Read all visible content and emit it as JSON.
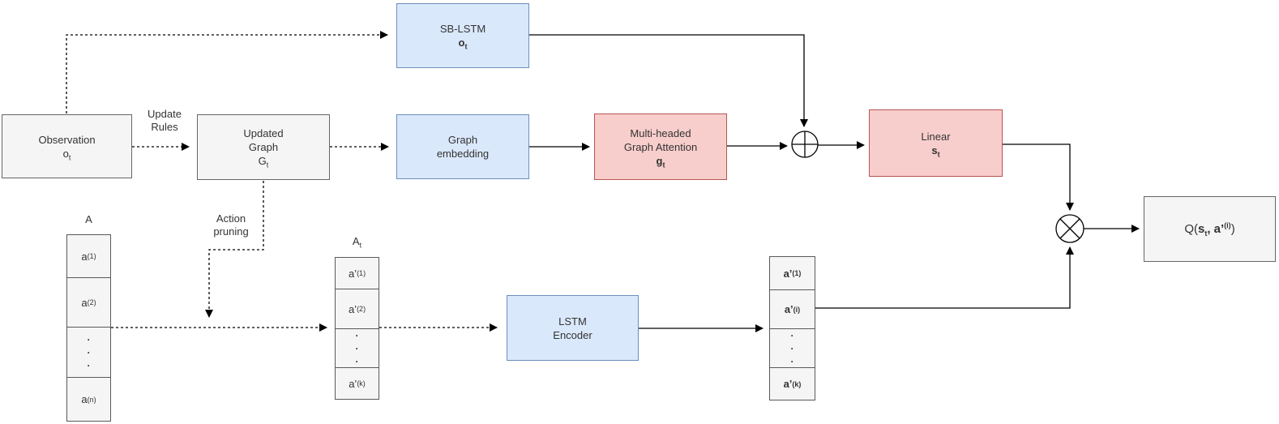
{
  "colors": {
    "blue_fill": "#dae8fc",
    "blue_stroke": "#6c8ebf",
    "red_fill": "#f8cecc",
    "red_stroke": "#b85450",
    "gray_fill": "#f5f5f5",
    "gray_stroke": "#666666",
    "line": "#000000",
    "text": "#333333",
    "background": "#ffffff"
  },
  "nodes": {
    "sb_lstm": {
      "line1": "SB-LSTM",
      "sym": "o",
      "sub": "t"
    },
    "observation": {
      "line1": "Observation",
      "sym": "o",
      "sub": "t"
    },
    "updated_graph": {
      "line1": "Updated",
      "line2": "Graph",
      "sym": "G",
      "sub": "t"
    },
    "graph_embedding": {
      "line1": "Graph",
      "line2": "embedding"
    },
    "graph_attention": {
      "line1": "Multi-headed",
      "line2": "Graph Attention",
      "sym": "g",
      "sub": "t"
    },
    "linear": {
      "line1": "Linear",
      "sym": "s",
      "sub": "t"
    },
    "lstm_encoder": {
      "line1": "LSTM",
      "line2": "Encoder"
    },
    "q_output": {
      "prefix": "Q(",
      "arg1": "s",
      "arg1_sub": "t",
      "separator": ", ",
      "arg2": "a’",
      "arg2_sup": "(i)",
      "suffix": ")"
    }
  },
  "labels": {
    "update_rules": "Update\nRules",
    "action_pruning": "Action\npruning"
  },
  "columns": {
    "a": {
      "header": "A",
      "cells": [
        {
          "base": "a",
          "sup": "(1)"
        },
        {
          "base": "a",
          "sup": "(2)"
        },
        {
          "dots": "·\n·\n·"
        },
        {
          "base": "a",
          "sup": "(n)"
        }
      ]
    },
    "a_t": {
      "header_base": "A",
      "header_sub": "t",
      "cells": [
        {
          "base": "a’",
          "sup": "(1)"
        },
        {
          "base": "a’",
          "sup": "(2)"
        },
        {
          "dots": "·\n·\n·"
        },
        {
          "base": "a’",
          "sup": "(k)"
        }
      ]
    },
    "encoded": {
      "cells": [
        {
          "base": "a’",
          "sup": "(1)"
        },
        {
          "base": "a’",
          "sup": "(i)"
        },
        {
          "dots": "·\n·\n·"
        },
        {
          "base": "a’",
          "sup": "(k)"
        }
      ]
    }
  },
  "operators": {
    "sum": "circle-plus",
    "product": "circle-times"
  },
  "edges": [
    {
      "from": "observation",
      "to": "sb_lstm",
      "style": "dashed"
    },
    {
      "from": "observation",
      "to": "updated_graph",
      "style": "dashed",
      "label": "Update Rules"
    },
    {
      "from": "updated_graph",
      "to": "graph_embedding",
      "style": "dashed"
    },
    {
      "from": "updated_graph",
      "to": "action-flow",
      "style": "dashed",
      "label": "Action pruning"
    },
    {
      "from": "column_a",
      "to": "column_a_t",
      "style": "dashed"
    },
    {
      "from": "column_a_t",
      "to": "lstm_encoder",
      "style": "dashed"
    },
    {
      "from": "sb_lstm",
      "to": "sum-operator",
      "style": "solid"
    },
    {
      "from": "graph_embedding",
      "to": "graph_attention",
      "style": "solid"
    },
    {
      "from": "graph_attention",
      "to": "sum-operator",
      "style": "solid"
    },
    {
      "from": "sum-operator",
      "to": "linear",
      "style": "solid"
    },
    {
      "from": "linear",
      "to": "product-operator",
      "style": "solid"
    },
    {
      "from": "lstm_encoder",
      "to": "column_encoded",
      "style": "solid"
    },
    {
      "from": "column_encoded",
      "to": "product-operator",
      "style": "solid"
    },
    {
      "from": "product-operator",
      "to": "q_output",
      "style": "solid"
    }
  ]
}
